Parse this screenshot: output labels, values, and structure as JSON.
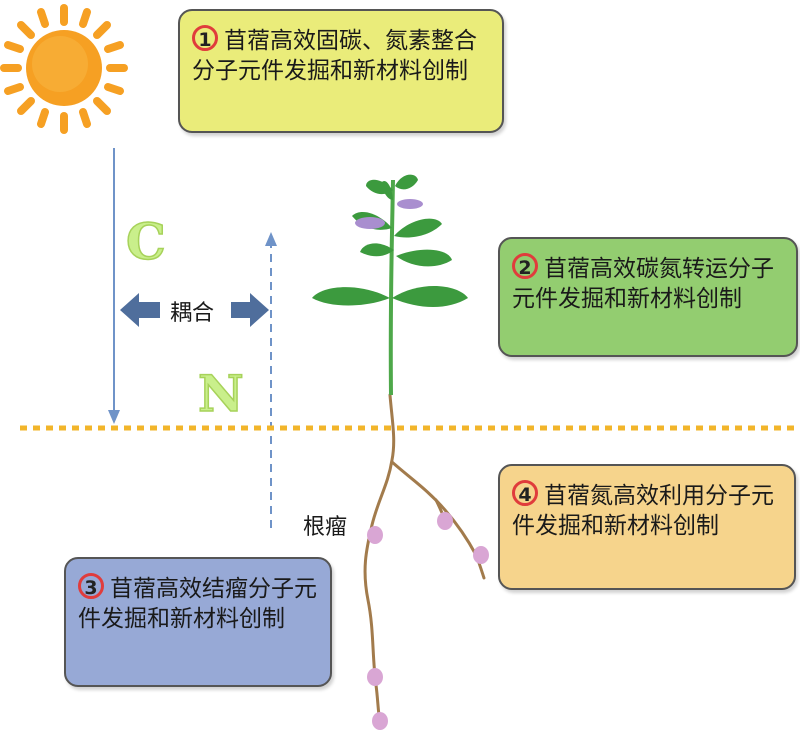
{
  "labels": {
    "carbon": "C",
    "nitrogen": "N",
    "coupling": "耦合",
    "nodule": "根瘤"
  },
  "boxes": [
    {
      "number": "1",
      "text": "苜蓿高效固碳、氮素整合分子元件发掘和新材料创制",
      "color": "#eaec7a"
    },
    {
      "number": "2",
      "text": "苜蓿高效碳氮转运分子元件发掘和新材料创制",
      "color": "#93cd70"
    },
    {
      "number": "3",
      "text": "苜蓿高效结瘤分子元件发掘和新材料创制",
      "color": "#97a9d6"
    },
    {
      "number": "4",
      "text": "苜蓿氮高效利用分子元件发掘和新材料创制",
      "color": "#f6d48c"
    }
  ],
  "colors": {
    "ground_line": "#f2b52a",
    "arrow": "#4f79b2",
    "sun": "#f6a023",
    "stem": "#4ea84a",
    "root": "#a27b4c",
    "nodule": "#d9a6d4",
    "flower": "#a98ecf"
  },
  "icons": [
    "sun-icon",
    "plant-icon",
    "double-arrow-icon"
  ]
}
